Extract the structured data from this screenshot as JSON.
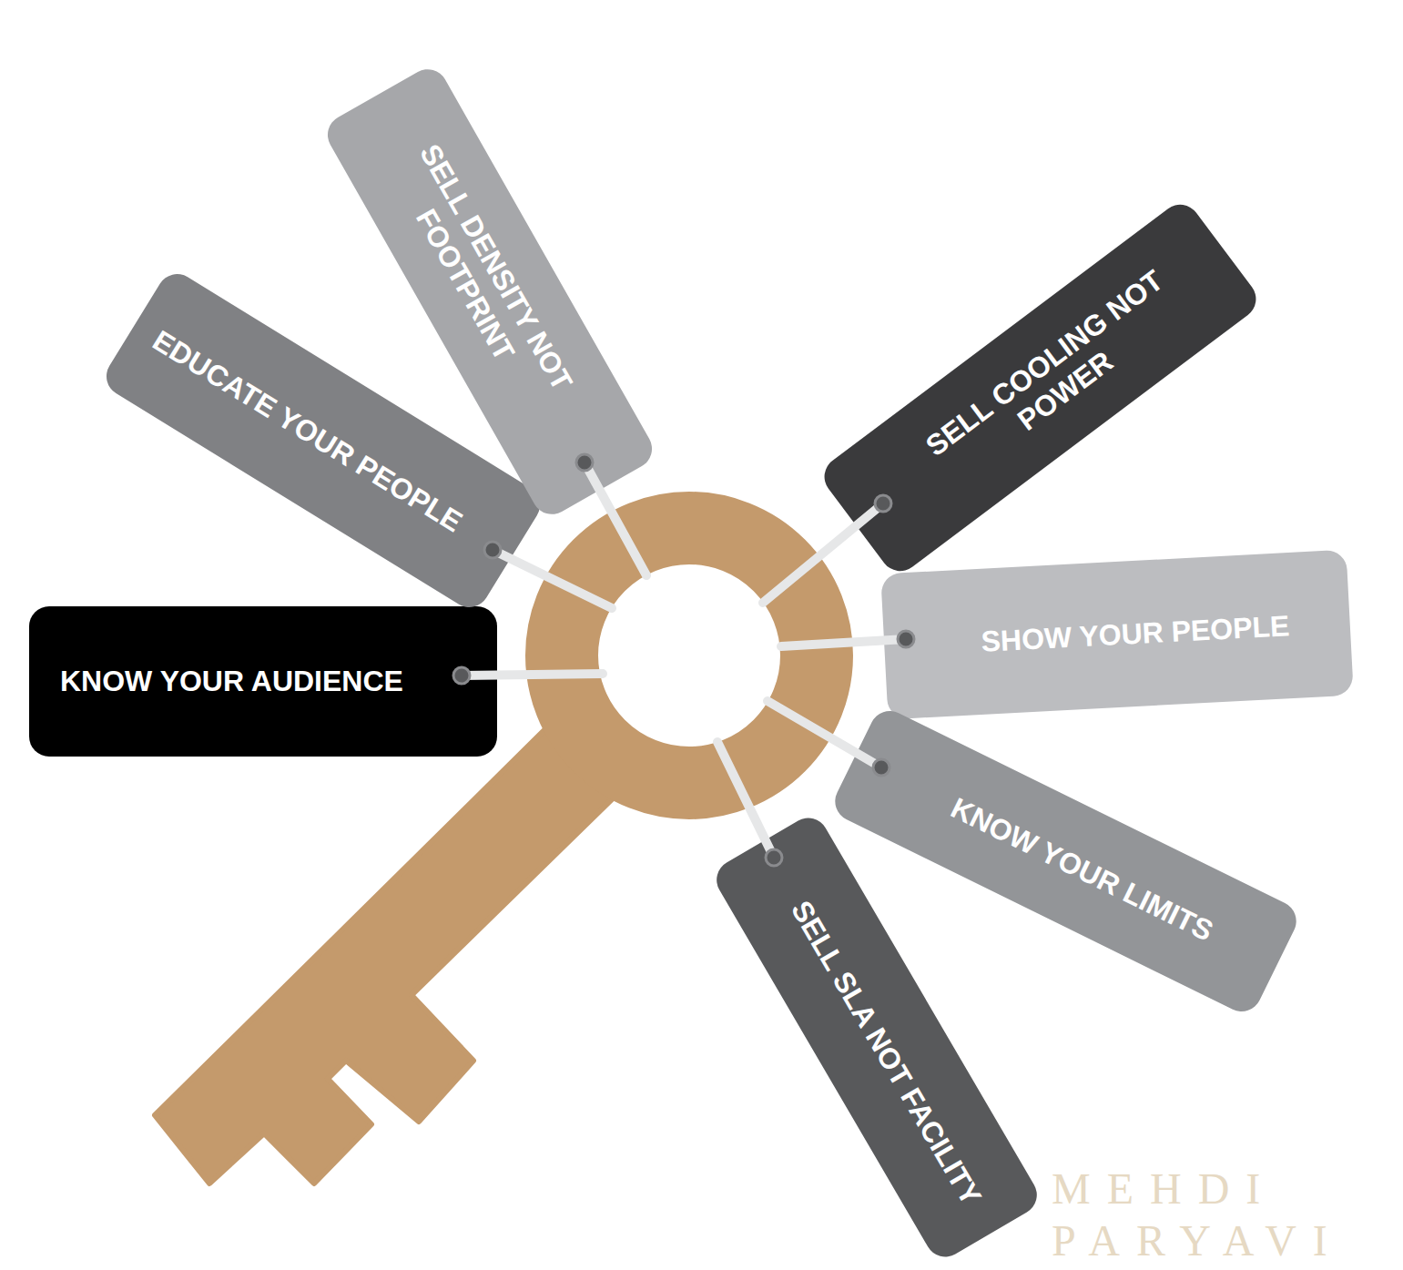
{
  "diagram": {
    "nodes": [
      {
        "text": [
          "KNOW YOUR AUDIENCE"
        ]
      },
      {
        "text": [
          "EDUCATE YOUR PEOPLE"
        ]
      },
      {
        "text": [
          "SELL DENSITY NOT FOOTPRINT"
        ]
      },
      {
        "text": [
          "SELL COOLING NOT POWER"
        ]
      },
      {
        "text": [
          "SHOW YOUR PEOPLE"
        ]
      },
      {
        "text": [
          "KNOW YOUR LIMITS"
        ]
      },
      {
        "text": [
          "SELL SLA NOT FACILITY"
        ]
      }
    ],
    "labels": [
      "MEHDI",
      "PARYAVI"
    ]
  }
}
